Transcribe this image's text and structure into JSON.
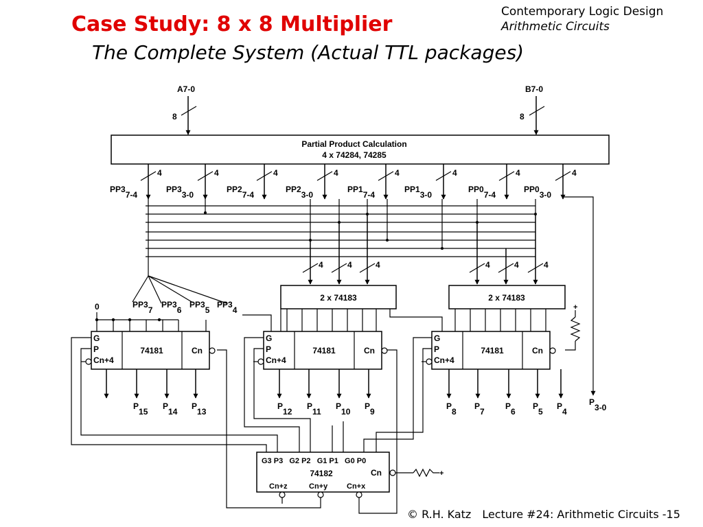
{
  "header": {
    "course": "Contemporary Logic Design",
    "topic": "Arithmetic Circuits"
  },
  "title": "Case Study: 8 x 8 Multiplier",
  "subtitle": "The Complete System (Actual TTL packages)",
  "footer": {
    "author": "© R.H. Katz",
    "lecture": "Lecture #24: Arithmetic Circuits -15"
  },
  "inputs": {
    "a_label": "A7-0",
    "a_width": "8",
    "b_label": "B7-0",
    "b_width": "8"
  },
  "partial_block": {
    "line1": "Partial Product Calculation",
    "line2": "4 x 74284, 74285"
  },
  "bus_width": "4",
  "partial_products": [
    {
      "name": "PP3",
      "sub": "7-4"
    },
    {
      "name": "PP3",
      "sub": "3-0"
    },
    {
      "name": "PP2",
      "sub": "7-4"
    },
    {
      "name": "PP2",
      "sub": "3-0"
    },
    {
      "name": "PP1",
      "sub": "7-4"
    },
    {
      "name": "PP1",
      "sub": "3-0"
    },
    {
      "name": "PP0",
      "sub": "7-4"
    },
    {
      "name": "PP0",
      "sub": "3-0"
    }
  ],
  "adder_183": {
    "label": "2 x 74183"
  },
  "alu": {
    "label": "74181",
    "g": "G",
    "p": "P",
    "cn4": "Cn+4",
    "cn": "Cn"
  },
  "left_inputs": {
    "zero": "0",
    "pp": [
      {
        "name": "PP3",
        "sub": "7"
      },
      {
        "name": "PP3",
        "sub": "6"
      },
      {
        "name": "PP3",
        "sub": "5"
      },
      {
        "name": "PP3",
        "sub": "4"
      }
    ]
  },
  "outputs": [
    {
      "name": "P",
      "sub": "15"
    },
    {
      "name": "P",
      "sub": "14"
    },
    {
      "name": "P",
      "sub": "13"
    },
    {
      "name": "P",
      "sub": "12"
    },
    {
      "name": "P",
      "sub": "11"
    },
    {
      "name": "P",
      "sub": "10"
    },
    {
      "name": "P",
      "sub": "9"
    },
    {
      "name": "P",
      "sub": "8"
    },
    {
      "name": "P",
      "sub": "7"
    },
    {
      "name": "P",
      "sub": "6"
    },
    {
      "name": "P",
      "sub": "5"
    },
    {
      "name": "P",
      "sub": "4"
    },
    {
      "name": "P",
      "sub": "3-0"
    }
  ],
  "lookahead": {
    "top_pins": "G3 P3   G2 P2   G1 P1   G0 P0",
    "label": "74182",
    "cn": "Cn",
    "cnz": "Cn+z",
    "cny": "Cn+y",
    "cnx": "Cn+x"
  },
  "symbols": {
    "plus": "+",
    "minus": "-"
  }
}
